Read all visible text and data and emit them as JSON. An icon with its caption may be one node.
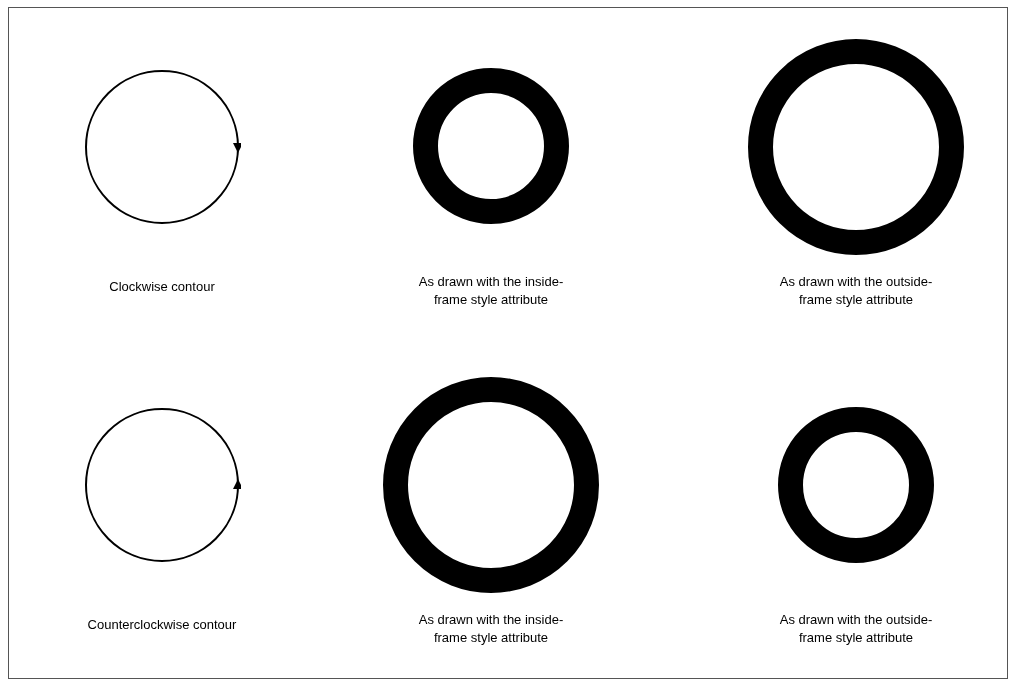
{
  "diagram": {
    "nodes": [
      {
        "text": [],
        "shape": "circle"
      },
      {
        "text": [],
        "shape": "circle"
      },
      {
        "text": [],
        "shape": "circle"
      },
      {
        "text": [],
        "shape": "circle"
      },
      {
        "text": [],
        "shape": "circle"
      },
      {
        "text": [],
        "shape": "circle"
      }
    ],
    "labels": [
      "Clockwise contour",
      "As drawn with the inside-frame style attribute",
      "As drawn with the outside-frame style attribute",
      "Counterclockwise contour",
      "As drawn with the inside-frame style attribute",
      "As drawn with the outside-frame style attribute"
    ]
  }
}
